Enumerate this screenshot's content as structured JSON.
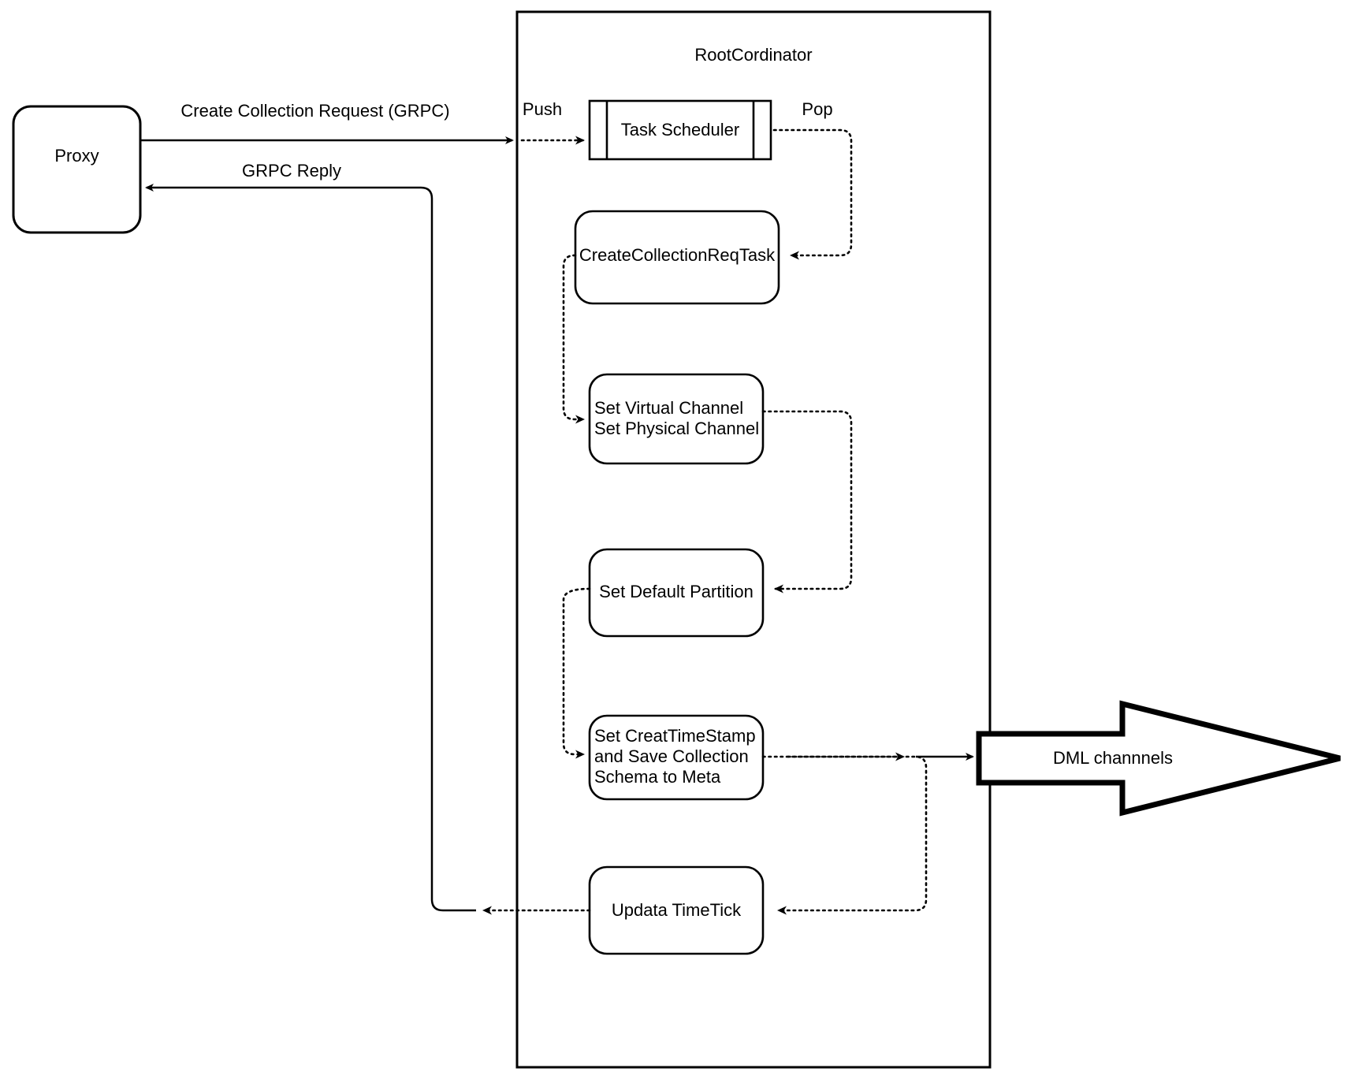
{
  "diagram": {
    "title_label": "RootCordinator",
    "nodes": {
      "proxy": {
        "label": "Proxy",
        "shape": "rounded-rect"
      },
      "task_scheduler": {
        "label": "Task Scheduler",
        "shape": "process-queue"
      },
      "create_collection_req_task": {
        "label": "CreateCollectionReqTask",
        "shape": "rounded-rect"
      },
      "set_channels": {
        "label": "Set Virtual Channel\nSet Physical Channel",
        "shape": "rounded-rect"
      },
      "set_default_partition": {
        "label": "Set Default Partition",
        "shape": "rounded-rect"
      },
      "set_timestamp_save_meta": {
        "label": "Set CreatTimeStamp\nand Save Collection\nSchema to Meta",
        "shape": "rounded-rect"
      },
      "update_timetick": {
        "label": "Updata TimeTick",
        "shape": "rounded-rect"
      },
      "dml_channels": {
        "label": "DML channnels",
        "shape": "block-arrow-right"
      }
    },
    "edge_labels": {
      "create_collection_request": "Create Collection Request (GRPC)",
      "grpc_reply": "GRPC Reply",
      "push": "Push",
      "pop": "Pop"
    },
    "colors": {
      "stroke": "#000000",
      "fill": "#ffffff",
      "background": "#ffffff"
    }
  }
}
